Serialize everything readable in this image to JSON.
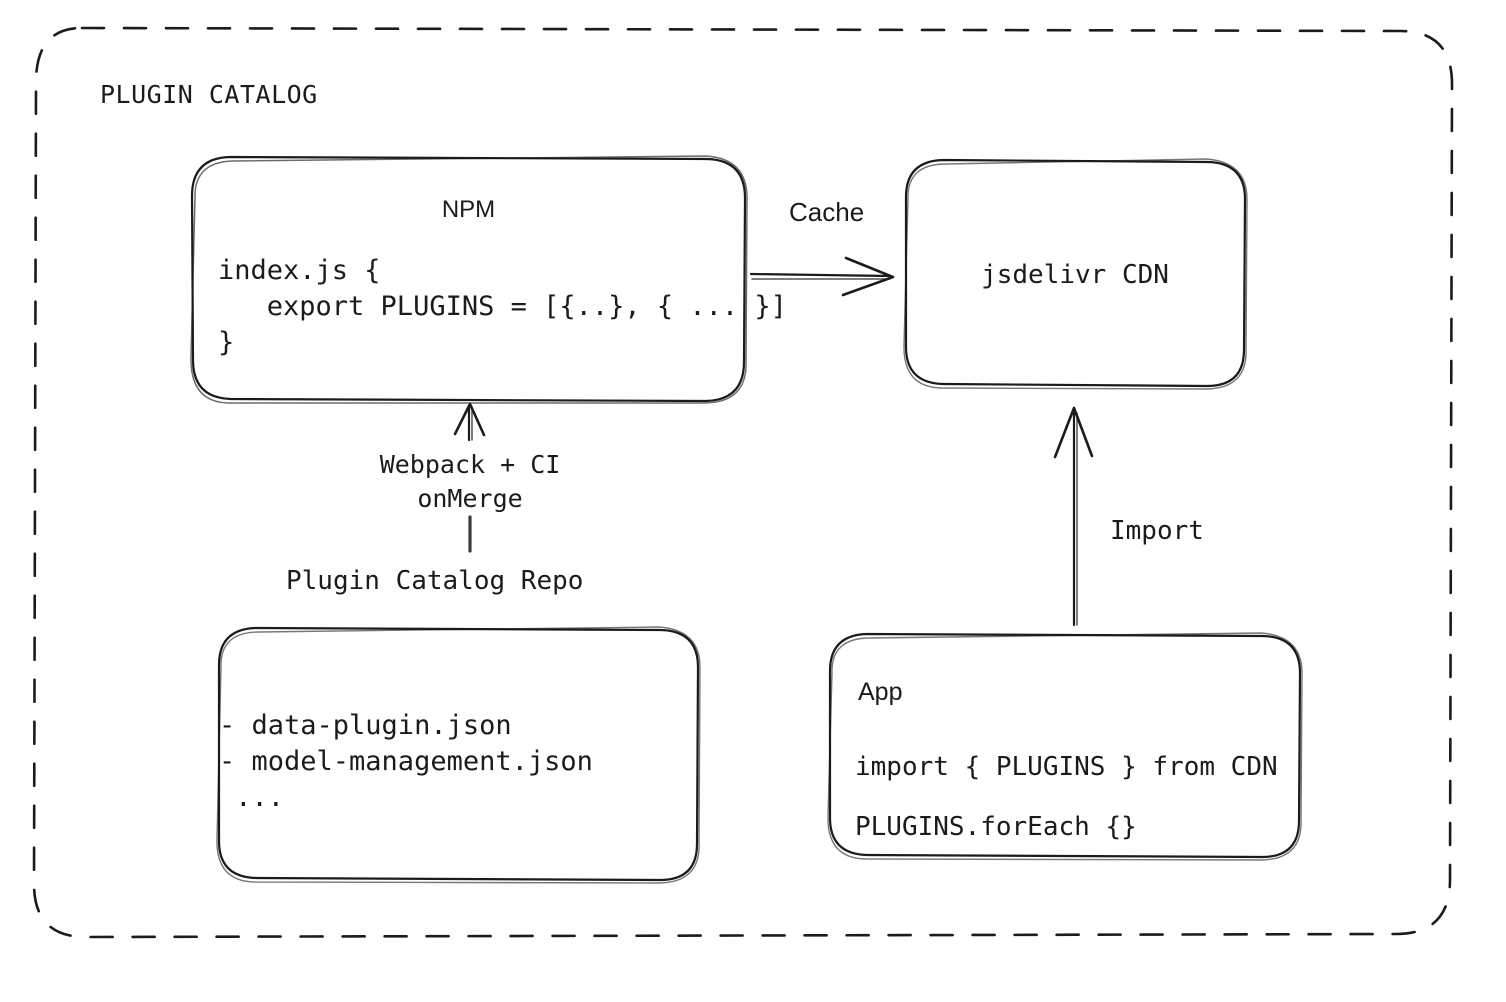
{
  "frame": {
    "title": "PLUGIN CATALOG",
    "border_style": "dashed",
    "stroke_color": "#1b1b1f"
  },
  "nodes": {
    "npm": {
      "title": "NPM",
      "code_lines": [
        "index.js {",
        "   export PLUGINS = [{..}, { ... }]",
        "}"
      ],
      "code_text": "index.js {\n   export PLUGINS = [{..}, { ... }]\n}"
    },
    "cdn": {
      "title": "jsdelivr CDN"
    },
    "repo": {
      "label": "Plugin Catalog Repo",
      "file_lines": [
        "- data-plugin.json",
        "- model-management.json",
        " ..."
      ],
      "files_text": "- data-plugin.json\n- model-management.json\n ..."
    },
    "app": {
      "title": "App",
      "code_lines": [
        "import { PLUGINS } from CDN",
        "PLUGINS.forEach {}"
      ],
      "code_text": "import { PLUGINS } from CDN\nPLUGINS.forEach {}"
    }
  },
  "edges": {
    "npm_to_cdn": {
      "label": "Cache",
      "direction": "right"
    },
    "repo_to_npm": {
      "label": "Webpack + CI\nonMerge",
      "direction": "up"
    },
    "app_to_cdn": {
      "label": "Import",
      "direction": "up"
    }
  }
}
